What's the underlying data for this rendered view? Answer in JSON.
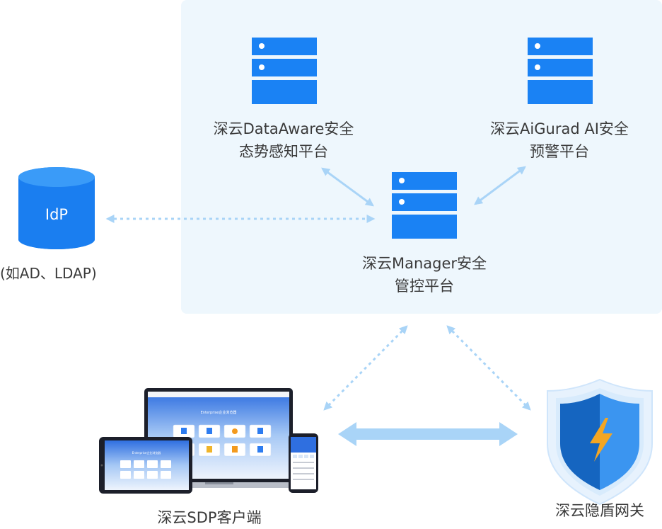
{
  "nodes": {
    "dataaware": {
      "line1": "深云DataAware安全",
      "line2": "态势感知平台"
    },
    "aigurad": {
      "line1": "深云AiGurad AI安全",
      "line2": "预警平台"
    },
    "manager": {
      "line1": "深云Manager安全",
      "line2": "管控平台"
    },
    "idp": {
      "title": "IdP",
      "subtitle": "(如AD、LDAP)"
    },
    "client": {
      "label": "深云SDP客户端",
      "laptop_banner": "Enterprise企业浏览器",
      "tablet_banner": "Enterprise企业浏览器"
    },
    "gateway": {
      "label": "深云隐盾网关"
    }
  },
  "colors": {
    "server_blue": "#1a82f4",
    "connector_blue": "#a9d4f7",
    "panel_bg": "#eef7fd",
    "shield_dark": "#1565c0",
    "shield_light": "#3b95f0",
    "bolt": "#f4a623"
  }
}
